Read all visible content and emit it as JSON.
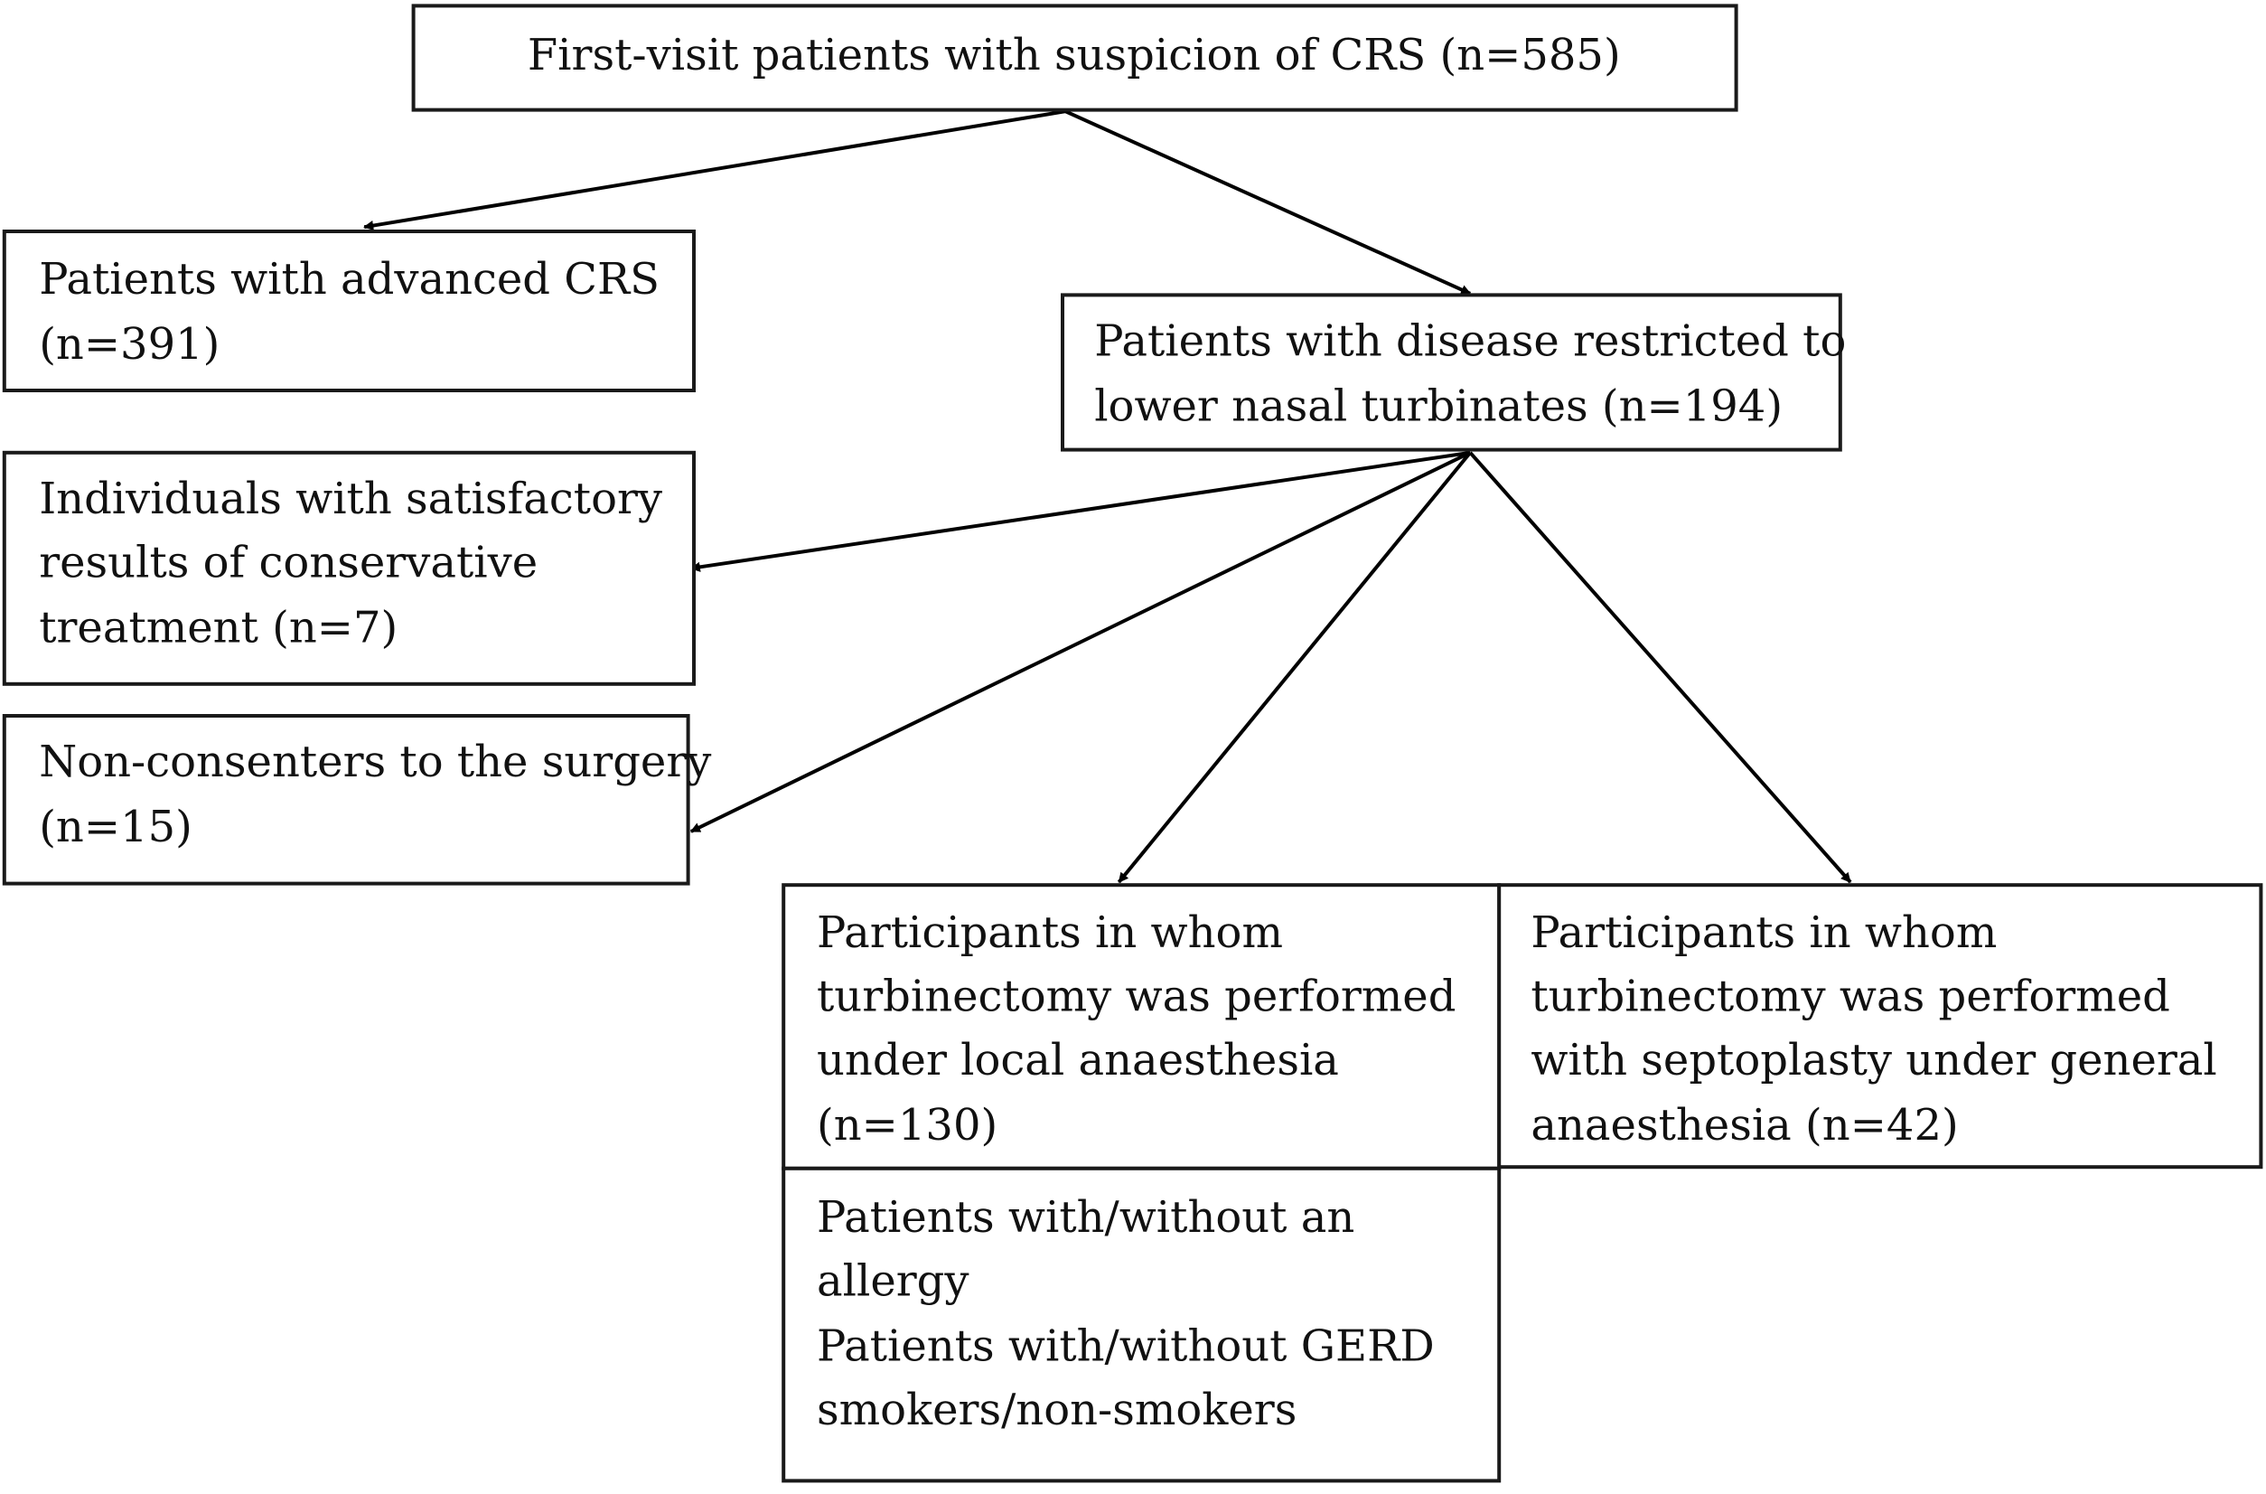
{
  "top_box": {
    "line1": "First-visit patients with suspicion of CRS (n=585)"
  },
  "advanced_box": {
    "line1": "Patients with advanced CRS",
    "line2": "(n=391)"
  },
  "restricted_box": {
    "line1": "Patients with disease restricted to",
    "line2": "lower nasal turbinates (n=194)"
  },
  "conservative_box": {
    "line1": "Individuals with satisfactory",
    "line2": "results of conservative",
    "line3": "treatment (n=7)"
  },
  "nonconsent_box": {
    "line1": "Non-consenters to the surgery",
    "line2": "(n=15)"
  },
  "local_box": {
    "line1": "Participants in whom",
    "line2": "turbinectomy was performed",
    "line3": "under local anaesthesia",
    "line4": "(n=130)"
  },
  "general_box": {
    "line1": "Participants in whom",
    "line2": "turbinectomy was performed",
    "line3": "with septoplasty under general",
    "line4": "anaesthesia (n=42)"
  },
  "subgroups_box": {
    "line1": "Patients with/without an",
    "line2": "allergy",
    "line3": "Patients with/without GERD",
    "line4": "smokers/non-smokers"
  }
}
